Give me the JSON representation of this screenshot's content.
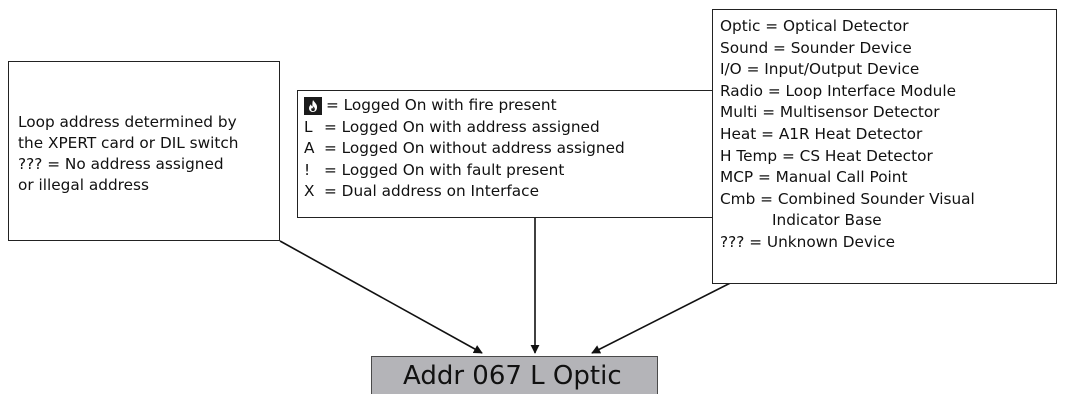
{
  "left_note": {
    "lines": [
      "Loop address determined by",
      "the XPERT card or DIL switch",
      "??? = No address assigned",
      "or illegal address"
    ]
  },
  "status_legend": {
    "items": [
      {
        "symbol": "",
        "symbol_icon": "fire-icon",
        "text": "= Logged On with fire present"
      },
      {
        "symbol": "L",
        "text": "= Logged On with address assigned"
      },
      {
        "symbol": "A",
        "text": "= Logged On without address assigned"
      },
      {
        "symbol": "!",
        "text": "= Logged On with fault present"
      },
      {
        "symbol": "X",
        "text": "= Dual address on Interface"
      }
    ]
  },
  "device_legend": {
    "items": [
      "Optic = Optical Detector",
      "Sound = Sounder Device",
      "I/O = Input/Output Device",
      "Radio = Loop Interface Module",
      "Multi = Multisensor Detector",
      "Heat = A1R Heat Detector",
      "H Temp = CS Heat Detector",
      "MCP = Manual Call Point",
      "Cmb = Combined Sounder Visual",
      "Indicator Base",
      "??? = Unknown Device"
    ]
  },
  "display": {
    "text": "Addr 067 L Optic"
  },
  "colors": {
    "display_background": "#b4b4b8",
    "border": "#222222",
    "arrow": "#111111"
  }
}
